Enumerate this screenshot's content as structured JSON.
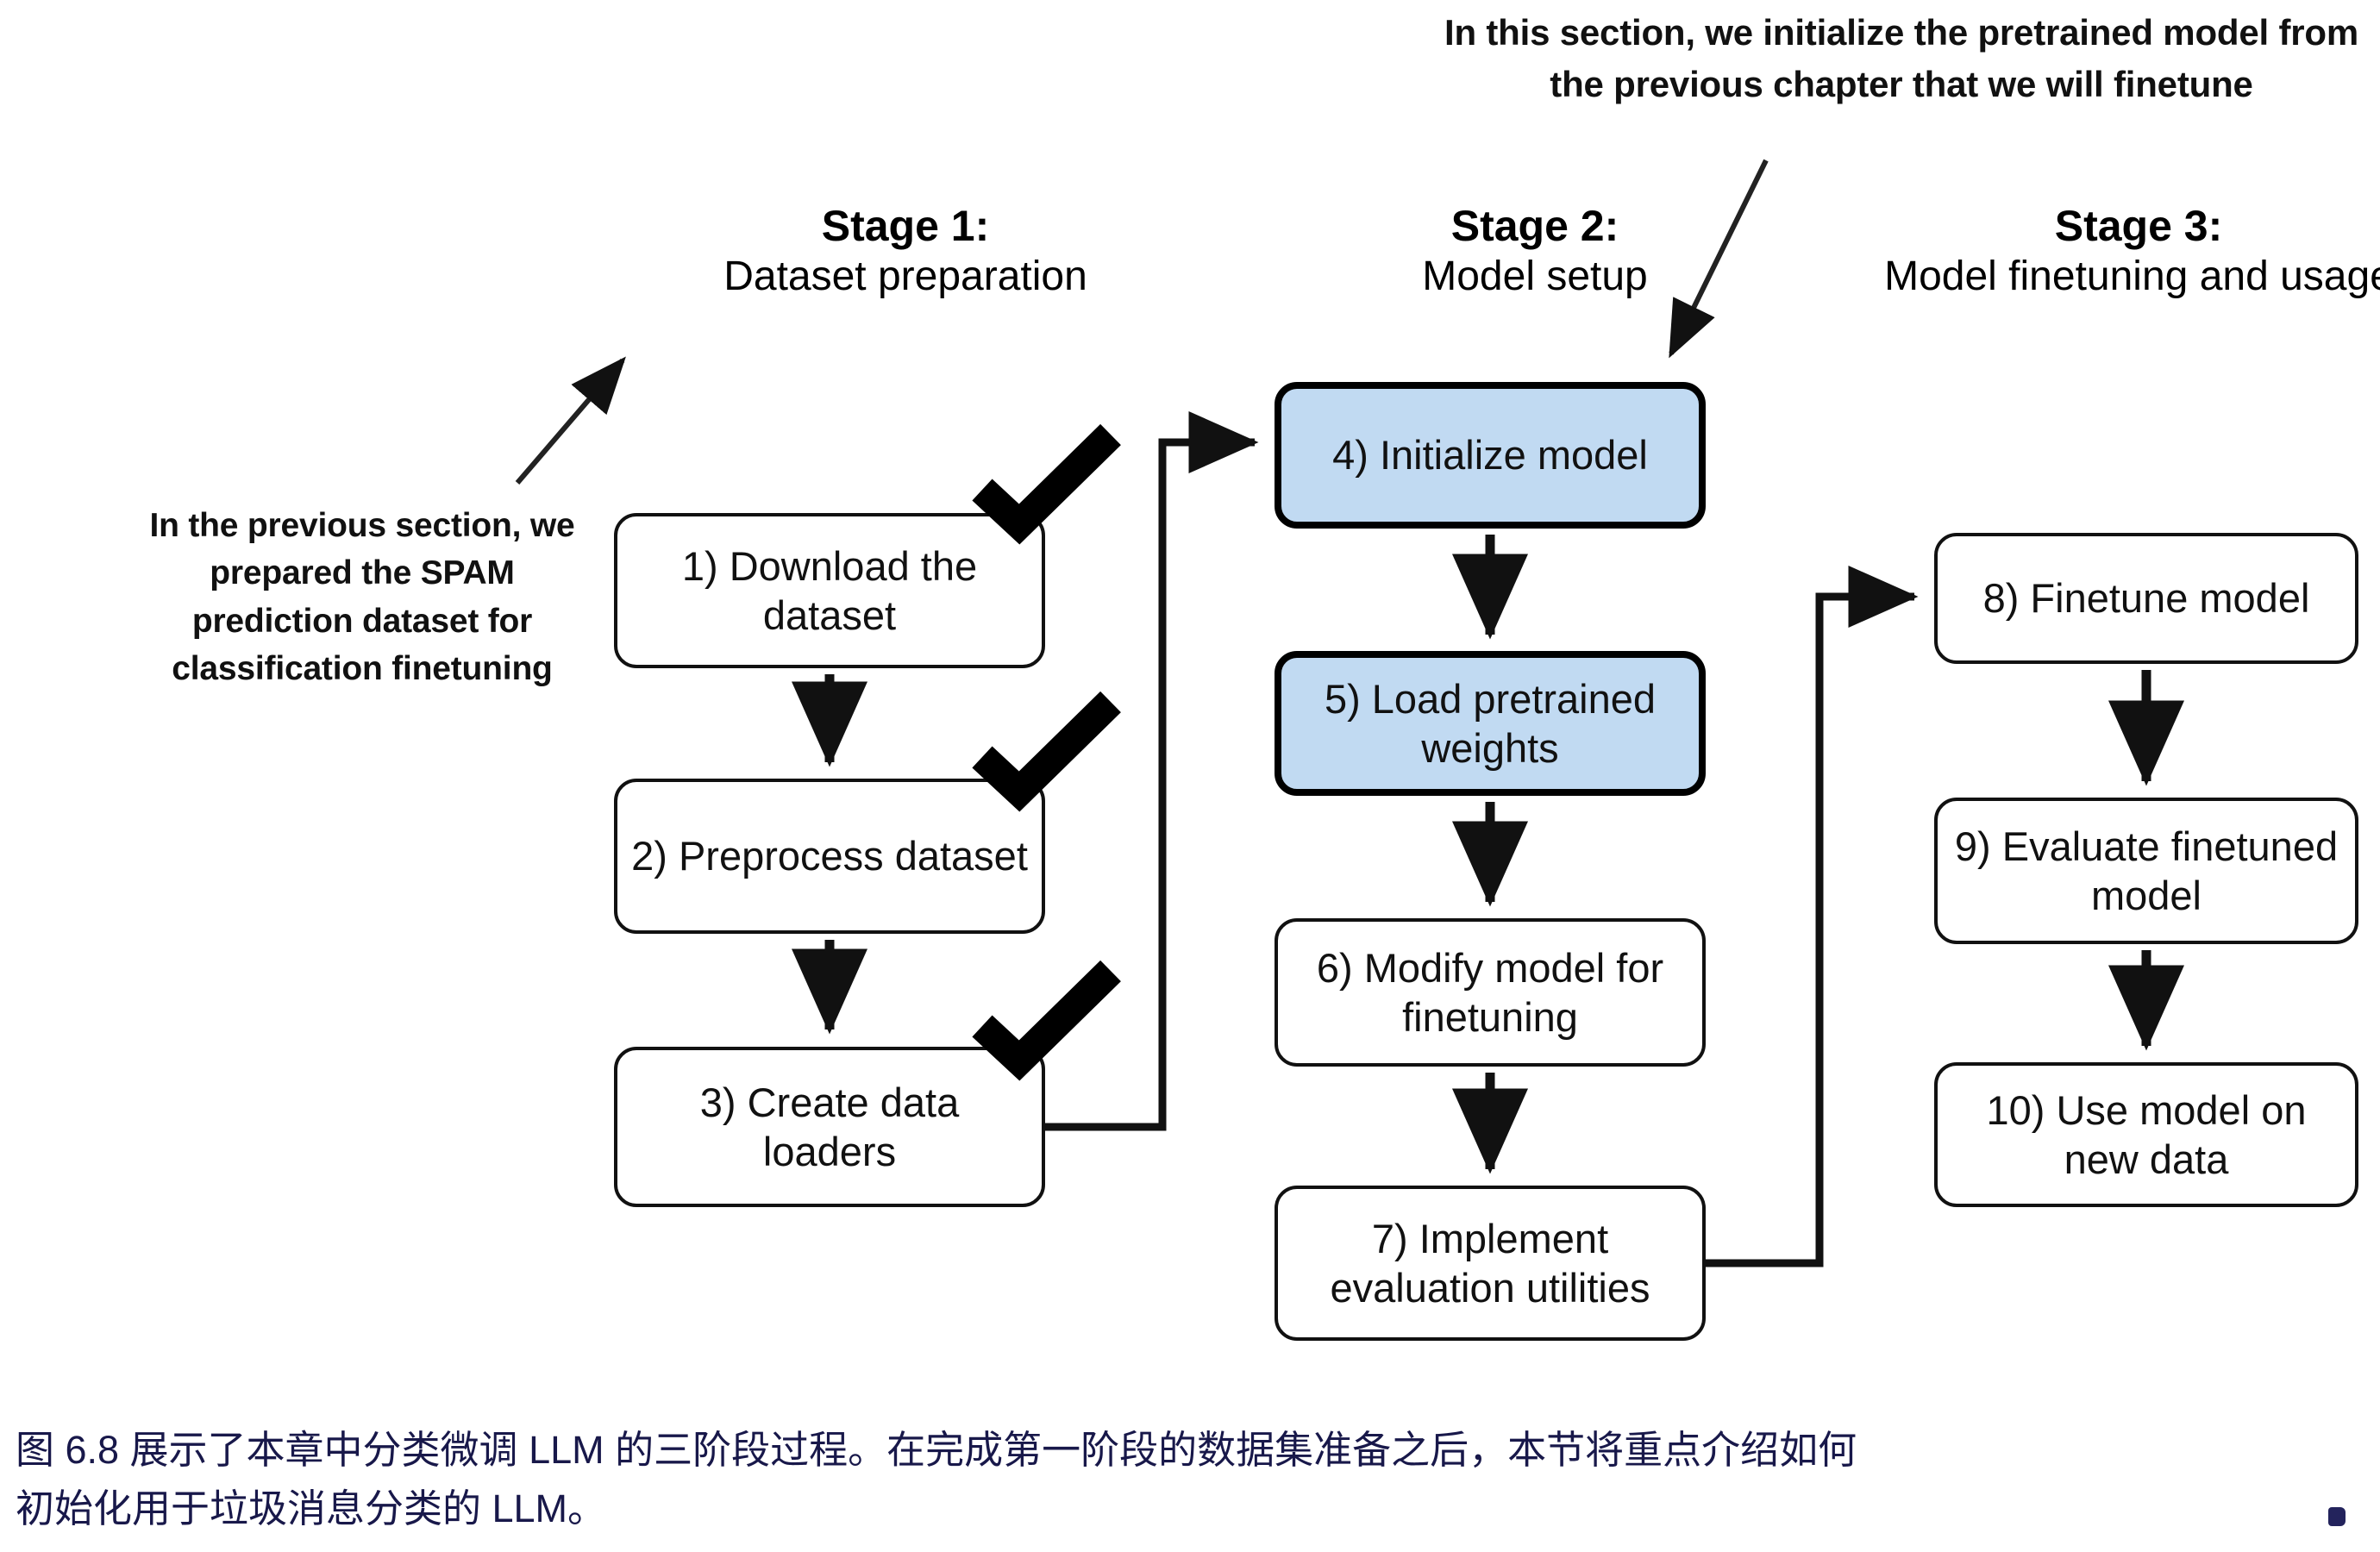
{
  "annotations": {
    "top": "In this section, we initialize the pretrained model from the previous chapter that we will finetune",
    "left": "In the previous section, we prepared the SPAM prediction dataset for classification finetuning"
  },
  "stages": [
    {
      "id": "stage-1",
      "title": "Stage 1:",
      "subtitle": "Dataset preparation"
    },
    {
      "id": "stage-2",
      "title": "Stage 2:",
      "subtitle": "Model setup"
    },
    {
      "id": "stage-3",
      "title": "Stage 3:",
      "subtitle": "Model finetuning and usage"
    }
  ],
  "steps": {
    "s1": "1) Download the dataset",
    "s2": "2) Preprocess dataset",
    "s3": "3) Create data loaders",
    "s4": "4) Initialize model",
    "s5": "5) Load pretrained weights",
    "s6": "6) Modify model for finetuning",
    "s7": "7) Implement evaluation utilities",
    "s8": "8) Finetune model",
    "s9": "9) Evaluate finetuned model",
    "s10": "10) Use model on new data"
  },
  "caption": {
    "line1": "图 6.8 展示了本章中分类微调 LLM 的三阶段过程。在完成第一阶段的数据集准备之后，本节将重点介绍如何",
    "line2": "初始化用于垃圾消息分类的 LLM。"
  },
  "colors": {
    "highlight_fill": "#c1daf2",
    "stroke": "#111111",
    "caption_text": "#18184a"
  },
  "icons": {
    "checkmark": "check-icon",
    "arrow_down": "arrow-down-icon",
    "pointer": "annotation-pointer-icon"
  }
}
